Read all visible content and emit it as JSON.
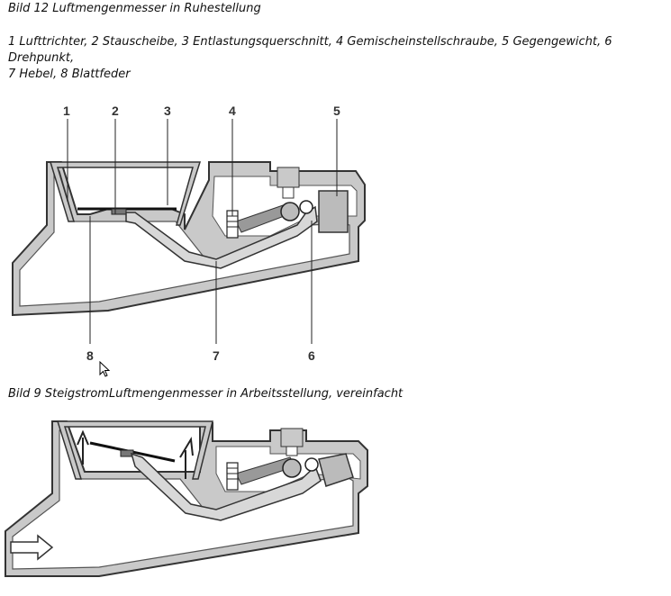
{
  "figure_12": {
    "title": "Bild 12 Luftmengenmesser in Ruhestellung",
    "legend_line1": "1 Lufttrichter, 2 Stauscheibe, 3 Entlastungsquerschnitt, 4 Gemischeinstellschraube, 5 Gegengewicht, 6",
    "legend_line2": "Drehpunkt,",
    "legend_line3": "7 Hebel, 8 Blattfeder",
    "callouts": {
      "n1": "1",
      "n2": "2",
      "n3": "3",
      "n4": "4",
      "n5": "5",
      "n6": "6",
      "n7": "7",
      "n8": "8"
    }
  },
  "figure_9": {
    "title": "Bild 9 SteigstromLuftmengenmesser in Arbeitsstellung, vereinfacht"
  },
  "colors": {
    "housing_fill": "#c9c9c9",
    "housing_stroke": "#333333",
    "interior": "#ffffff",
    "line": "#222222"
  }
}
